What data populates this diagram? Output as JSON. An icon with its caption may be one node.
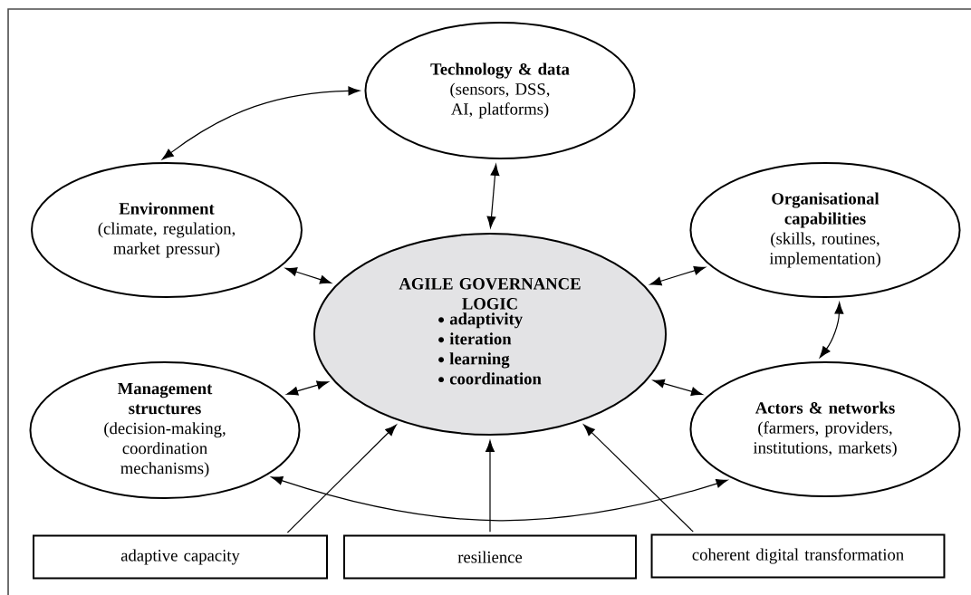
{
  "diagram": {
    "nodes": [
      {
        "text": [
          "Technology & data",
          "(sensors, DSS, AI, platforms)"
        ]
      },
      {
        "text": [
          "Environment",
          "(climate, regulation, market pressur)"
        ]
      },
      {
        "text": [
          "Organisational capabilities",
          "(skills, routines, implementation)"
        ]
      },
      {
        "text": [
          "AGILE GOVERNANCE LOGIC",
          "adaptivity",
          "iteration",
          "learning",
          "coordination"
        ]
      },
      {
        "text": [
          "Management structures",
          "(decision-making, coordination mechanisms)"
        ]
      },
      {
        "text": [
          "Actors & networks",
          "(farmers, providers, institutions, markets)"
        ]
      },
      {
        "text": [
          "adaptive capacity"
        ]
      },
      {
        "text": [
          "resilience"
        ]
      },
      {
        "text": [
          "coherent digital transformation"
        ]
      }
    ],
    "edges": [
      {
        "from": 0,
        "to": 1,
        "arrow": "both"
      },
      {
        "from": 0,
        "to": 3,
        "arrow": "both"
      },
      {
        "from": 1,
        "to": 3,
        "arrow": "both"
      },
      {
        "from": 3,
        "to": 2,
        "arrow": "both"
      },
      {
        "from": 2,
        "to": 5,
        "arrow": "both"
      },
      {
        "from": 4,
        "to": 3,
        "arrow": "both"
      },
      {
        "from": 3,
        "to": 5,
        "arrow": "both"
      },
      {
        "from": 4,
        "to": 5,
        "arrow": "both"
      },
      {
        "from": 6,
        "to": 3,
        "arrow": "to"
      },
      {
        "from": 7,
        "to": 3,
        "arrow": "to"
      },
      {
        "from": 8,
        "to": 3,
        "arrow": "to"
      }
    ]
  }
}
